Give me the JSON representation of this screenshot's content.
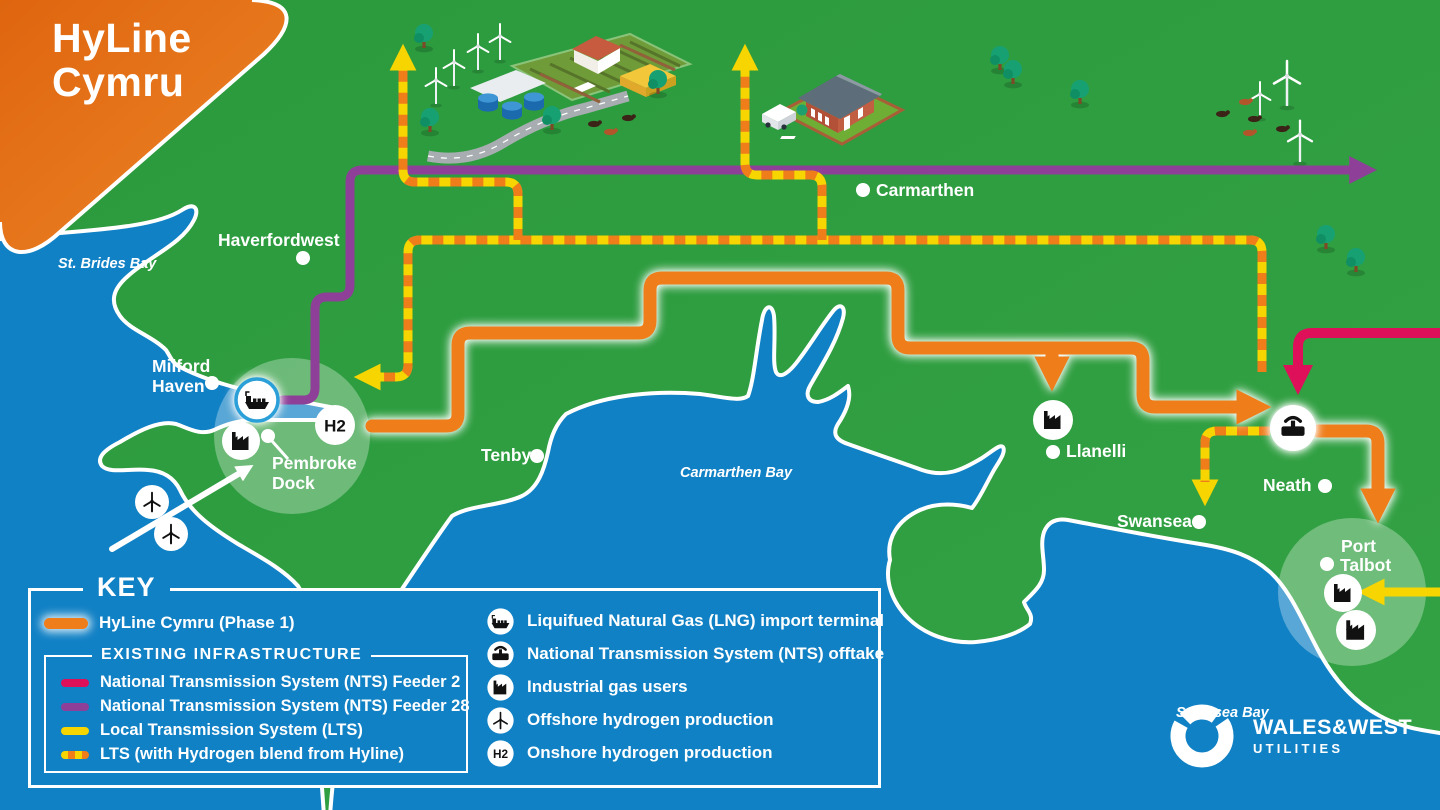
{
  "title": {
    "line1": "HyLine",
    "line2": "Cymru"
  },
  "places": {
    "haverfordwest": "Haverfordwest",
    "milford1": "Milford",
    "milford2": "Haven",
    "pembroke1": "Pembroke",
    "pembroke2": "Dock",
    "tenby": "Tenby",
    "carmarthen": "Carmarthen",
    "llanelli": "Llanelli",
    "swansea": "Swansea",
    "neath": "Neath",
    "port": "Port",
    "talbot": "Talbot"
  },
  "water": {
    "st_brides": "St. Brides Bay",
    "carmarthen_bay": "Carmarthen Bay",
    "swansea_bay": "Swansea Bay"
  },
  "key": {
    "title": "KEY",
    "phase1": "HyLine Cymru (Phase 1)",
    "existing_title": "EXISTING INFRASTRUCTURE",
    "feeder2": "National Transmission System (NTS) Feeder 2",
    "feeder28": "National Transmission System (NTS) Feeder 28",
    "lts": "Local Transmission System (LTS)",
    "lts_blend": "LTS (with Hydrogen blend from Hyline)",
    "lng": "Liquifued Natural Gas (LNG) import terminal",
    "offtake": "National Transmission System (NTS) offtake",
    "industrial": "Industrial gas users",
    "offshore": "Offshore hydrogen production",
    "onshore": "Onshore hydrogen production",
    "h2": "H2"
  },
  "logo": {
    "line1": "WALES&WEST",
    "line2": "UTILITIES"
  },
  "icons": {
    "lng": "ship-icon",
    "offtake": "valve-icon",
    "industrial": "factory-icon",
    "offshore": "wind-turbine-icon",
    "onshore": "h2-badge-icon"
  },
  "colors": {
    "orange": "#ef7d1a",
    "purple": "#8e3f97",
    "crimson": "#dd1059",
    "yellow": "#f7d500",
    "sea": "#1181c5",
    "land": "#2f9d40",
    "corner1": "#df650f",
    "corner2": "#ec8526"
  }
}
